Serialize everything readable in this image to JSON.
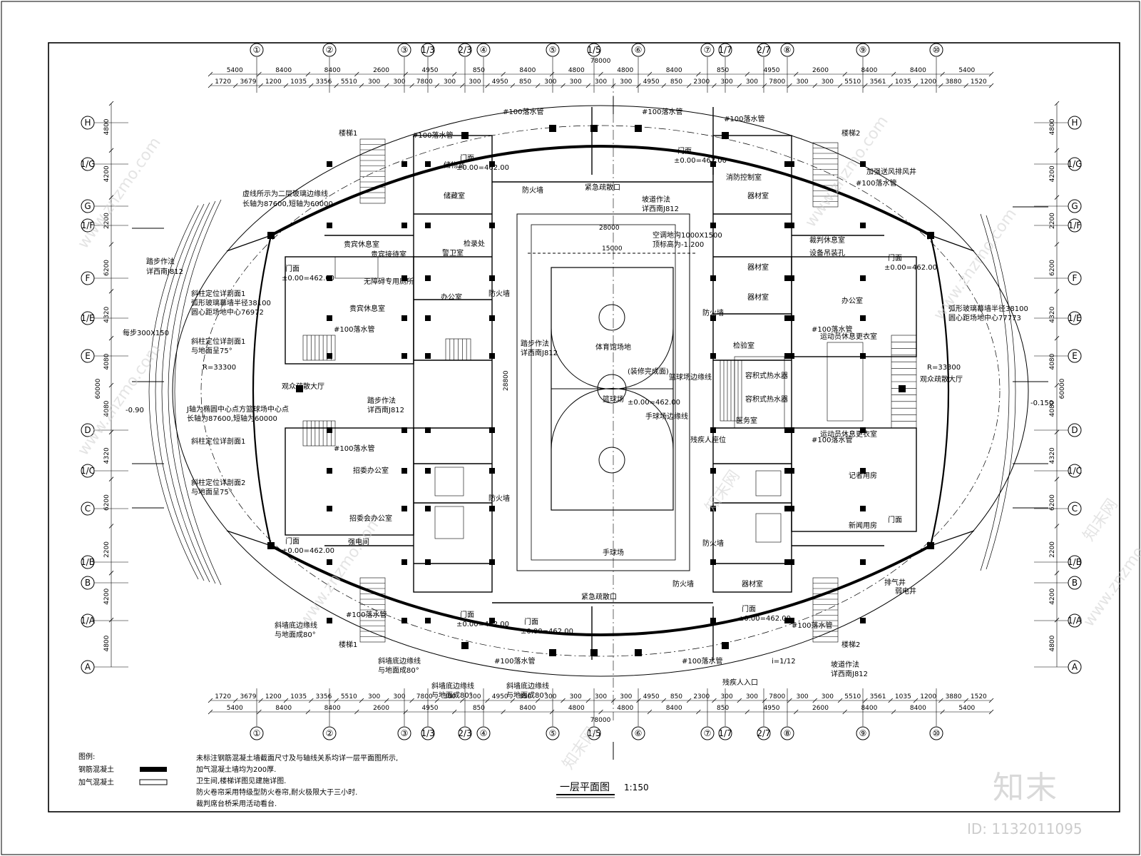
{
  "axes_top": [
    "①",
    "②",
    "③",
    "1/3",
    "2/3",
    "④",
    "⑤",
    "1/5",
    "⑥",
    "⑦",
    "1/7",
    "2/7",
    "⑧",
    "⑨",
    "⑩"
  ],
  "axes_side": [
    "H",
    "1/G",
    "G",
    "1/F",
    "F",
    "1/E",
    "E",
    "D",
    "1/C",
    "C",
    "1/B",
    "B",
    "1/A",
    "A"
  ],
  "dims_top_row1": [
    "5400",
    "8400",
    "8400",
    "2600",
    "4950",
    "850",
    "8400",
    "4800",
    "4800",
    "8400",
    "850",
    "4950",
    "2600",
    "8400",
    "8400",
    "5400"
  ],
  "dims_top_row2": [
    "1720",
    "3679",
    "1200",
    "1035",
    "3356",
    "5510",
    "300",
    "300",
    "7800",
    "300",
    "300",
    "4950",
    "850",
    "300",
    "300",
    "300",
    "300",
    "4950",
    "850",
    "2300",
    "300",
    "300",
    "7800",
    "300",
    "300",
    "5510",
    "3561",
    "1035",
    "1200",
    "3880",
    "1520"
  ],
  "dims_total": "78000",
  "dims_left": [
    "4800",
    "4200",
    "2200",
    "6200",
    "4320",
    "4080",
    "4080",
    "4320",
    "6200",
    "2200",
    "4200",
    "4800"
  ],
  "dims_left_total": "60000",
  "rooms": {
    "stair_nw": "楼梯1",
    "stair_ne": "楼梯2",
    "stair_sw": "楼梯1",
    "stair_se": "楼梯2",
    "storage1": "储物室",
    "storage2": "储藏室",
    "equip1": "器材室",
    "equip2": "器材室",
    "equip3": "器材室",
    "equip4": "器材室",
    "fire_ctrl": "消防控制室",
    "vip_lounge": "贵宾休息室",
    "vip_rest": "贵宾休息室",
    "vip_reception": "贵宾接待室",
    "accessible_wc": "无障碍专用厕所",
    "guard": "警卫室",
    "exam": "检录处",
    "office_w": "办公室",
    "office_e": "办公室",
    "referee": "裁判休息室",
    "equip_hoist": "设备吊装孔",
    "athlete_lounge1": "运动员休息更衣室",
    "athlete_lounge2": "运动员休息更衣室",
    "shower1": "容积式热水器",
    "shower2": "容积式热水器",
    "admin": "招委办公室",
    "committee": "招委会办公室",
    "power": "强电间",
    "press": "记者用房",
    "news": "新闻用房",
    "hall": "观众疏散大厅",
    "hall_e": "观众疏散大厅",
    "venue": "体育馆场地",
    "basketball": "篮球场",
    "handball": "手球场",
    "firewall": "防火墙",
    "disabled_seat": "残疾人座位",
    "disabled_entry": "残疾人入口",
    "emergency_exit": "紧急疏散口",
    "medical": "医务室",
    "weak_power": "弱电井",
    "dope": "检验室"
  },
  "notes": {
    "dashed_line": "虚线所示为二层玻璃边缘线",
    "long_axis": "长轴为87600,短轴为60000",
    "step_w": "踏步作法",
    "step_w_ref": "详西南J812",
    "tilt_detail1": "斜柱定位详剖面1",
    "tilt_detail1b": "与地面呈75°",
    "tilt_detail2": "斜柱定位详剖面2",
    "tilt_detail2b": "与地面呈75°",
    "arc_glass_w": "弧形玻璃幕墙半径38100",
    "arc_glass_w2": "圆心距场地中心76972",
    "arc_glass_e": "弧形玻璃幕墙半径38100",
    "arc_glass_e2": "圆心距场地中心77773",
    "step_count": "每步300X150",
    "radius": "R=33300",
    "axis_center": "J轴为椭圆中心点方篮球场中心点",
    "aircon": "空调地沟1000X1500",
    "aircon2": "顶标高为-1.200",
    "seat_note": "(装修完成面)",
    "handball_line": "手球场边缘线",
    "basketball_line": "篮球场边缘线",
    "ramp": "坡道作法",
    "ramp_ref": "详西南J812",
    "slope_wall": "斜墙底边缘线",
    "slope_wall2": "与地面成80°",
    "gate_level": "门面",
    "gate_level2": "±0.00=462.00",
    "downpipe": "#100落水管",
    "elev_w": "-0.90",
    "elev_e": "-0.150",
    "ramp_slope": "i=1/12",
    "tube_ref": "排气井",
    "smoke": "加强送风排风井",
    "scale_dim1": "28000",
    "scale_dim2": "15000",
    "scale_dim3": "28800"
  },
  "legend": {
    "title": "图例:",
    "item1": "钢筋混凝土",
    "item2": "加气混凝土"
  },
  "general_notes": [
    "未标注钢筋混凝土墙截面尺寸及与轴线关系均详一层平面图所示,",
    "加气混凝土墙均为200厚.",
    "卫生间,楼梯详图见建施详图.",
    "防火卷帘采用特级型防火卷帘,耐火极限大于三小时.",
    "裁判席台桥采用活动看台."
  ],
  "drawing_title": "一层平面图",
  "drawing_scale": "1:150",
  "watermark": "www.znzmo.com",
  "watermark_cn": "知末网",
  "brand": "知末",
  "id_label": "ID: 1132011095"
}
